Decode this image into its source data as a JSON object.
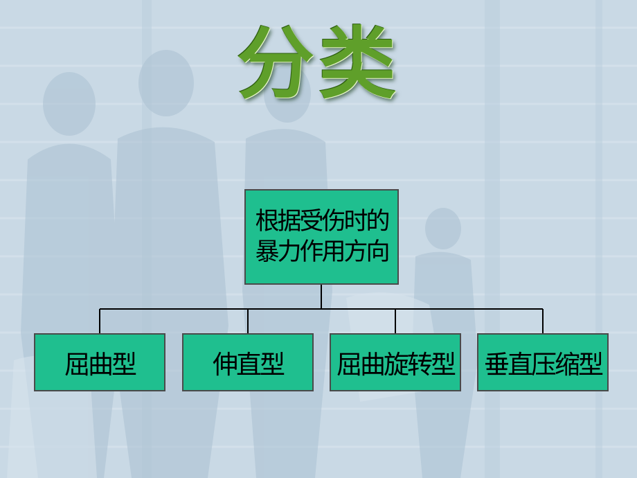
{
  "title": "分类",
  "diagram": {
    "root": {
      "line1": "根据受伤时的",
      "line2": "暴力作用方向"
    },
    "children": [
      {
        "label": "屈曲型"
      },
      {
        "label": "伸直型"
      },
      {
        "label": "屈曲旋转型"
      },
      {
        "label": "垂直压缩型"
      }
    ]
  },
  "colors": {
    "box_fill": "#1fbf8f",
    "box_border": "#4a4a4a",
    "title_green": "#5f9f2a",
    "background": "#c9d9e5"
  }
}
